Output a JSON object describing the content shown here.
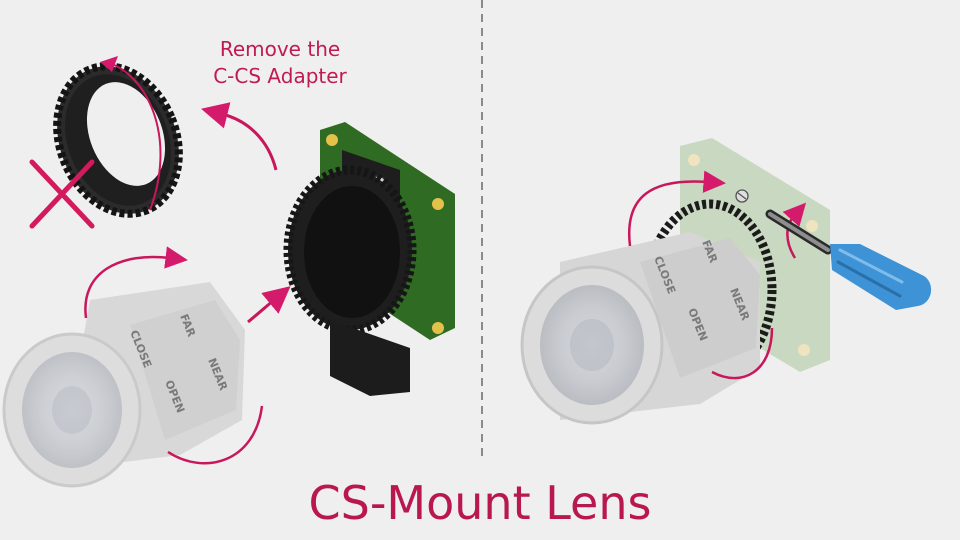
{
  "diagram": {
    "title": "CS-Mount Lens",
    "instruction": {
      "line1": "Remove the",
      "line2": "C-CS Adapter"
    },
    "lens_markings": {
      "close": "CLOSE",
      "far": "FAR",
      "open": "OPEN",
      "near": "NEAR"
    },
    "icons": [
      "cross-icon",
      "screwdriver-icon",
      "arrow-icon"
    ],
    "colors": {
      "accent": "#c8175b",
      "title": "#b8174f",
      "board": "#2f6b22",
      "sensor_body": "#1e1e1e",
      "screwdriver": "#3d93d6",
      "background": "#efefef"
    }
  }
}
